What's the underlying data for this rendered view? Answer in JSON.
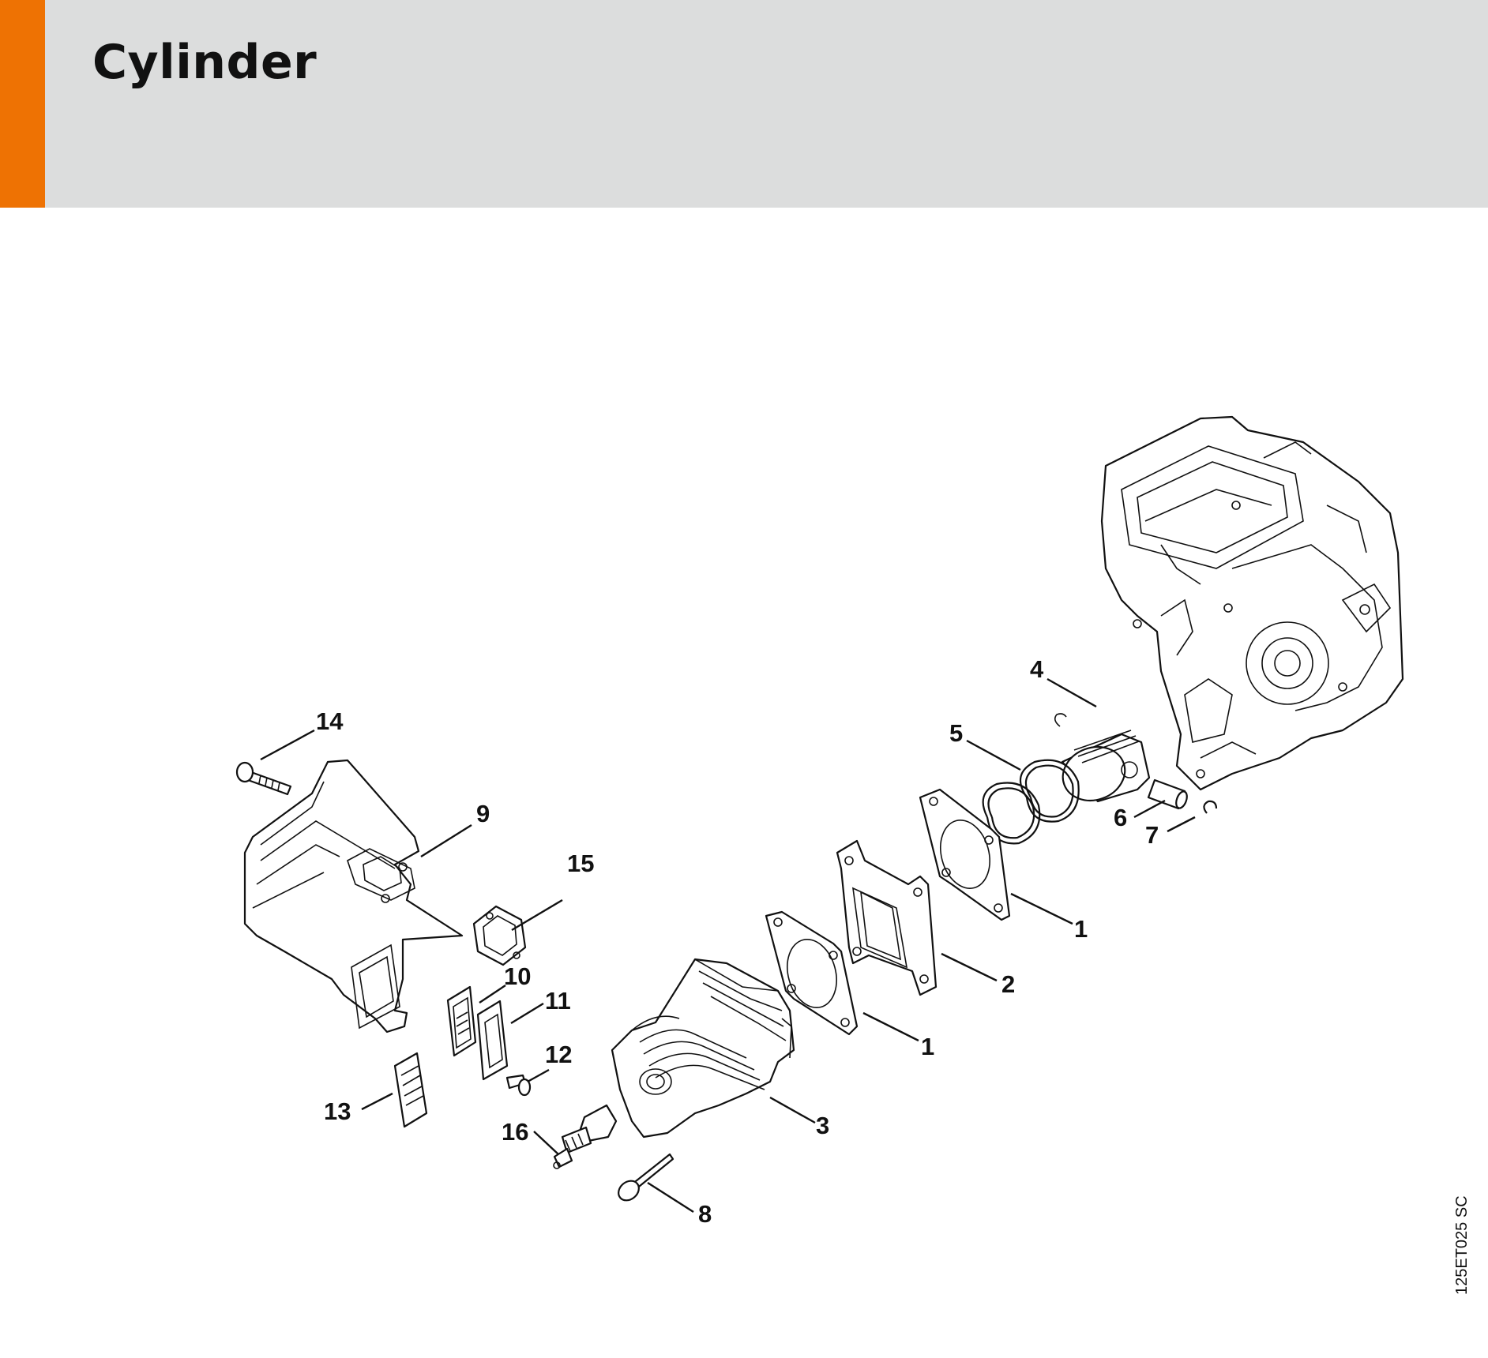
{
  "header": {
    "title": "Cylinder",
    "accent_color": "#ee7203",
    "band_color": "#dcdddd"
  },
  "diagram": {
    "reference_code": "125ET025 SC",
    "callouts": [
      {
        "number": "1"
      },
      {
        "number": "1"
      },
      {
        "number": "2"
      },
      {
        "number": "3"
      },
      {
        "number": "4"
      },
      {
        "number": "5"
      },
      {
        "number": "6"
      },
      {
        "number": "7"
      },
      {
        "number": "8"
      },
      {
        "number": "9"
      },
      {
        "number": "10"
      },
      {
        "number": "11"
      },
      {
        "number": "12"
      },
      {
        "number": "13"
      },
      {
        "number": "14"
      },
      {
        "number": "15"
      },
      {
        "number": "16"
      }
    ]
  }
}
